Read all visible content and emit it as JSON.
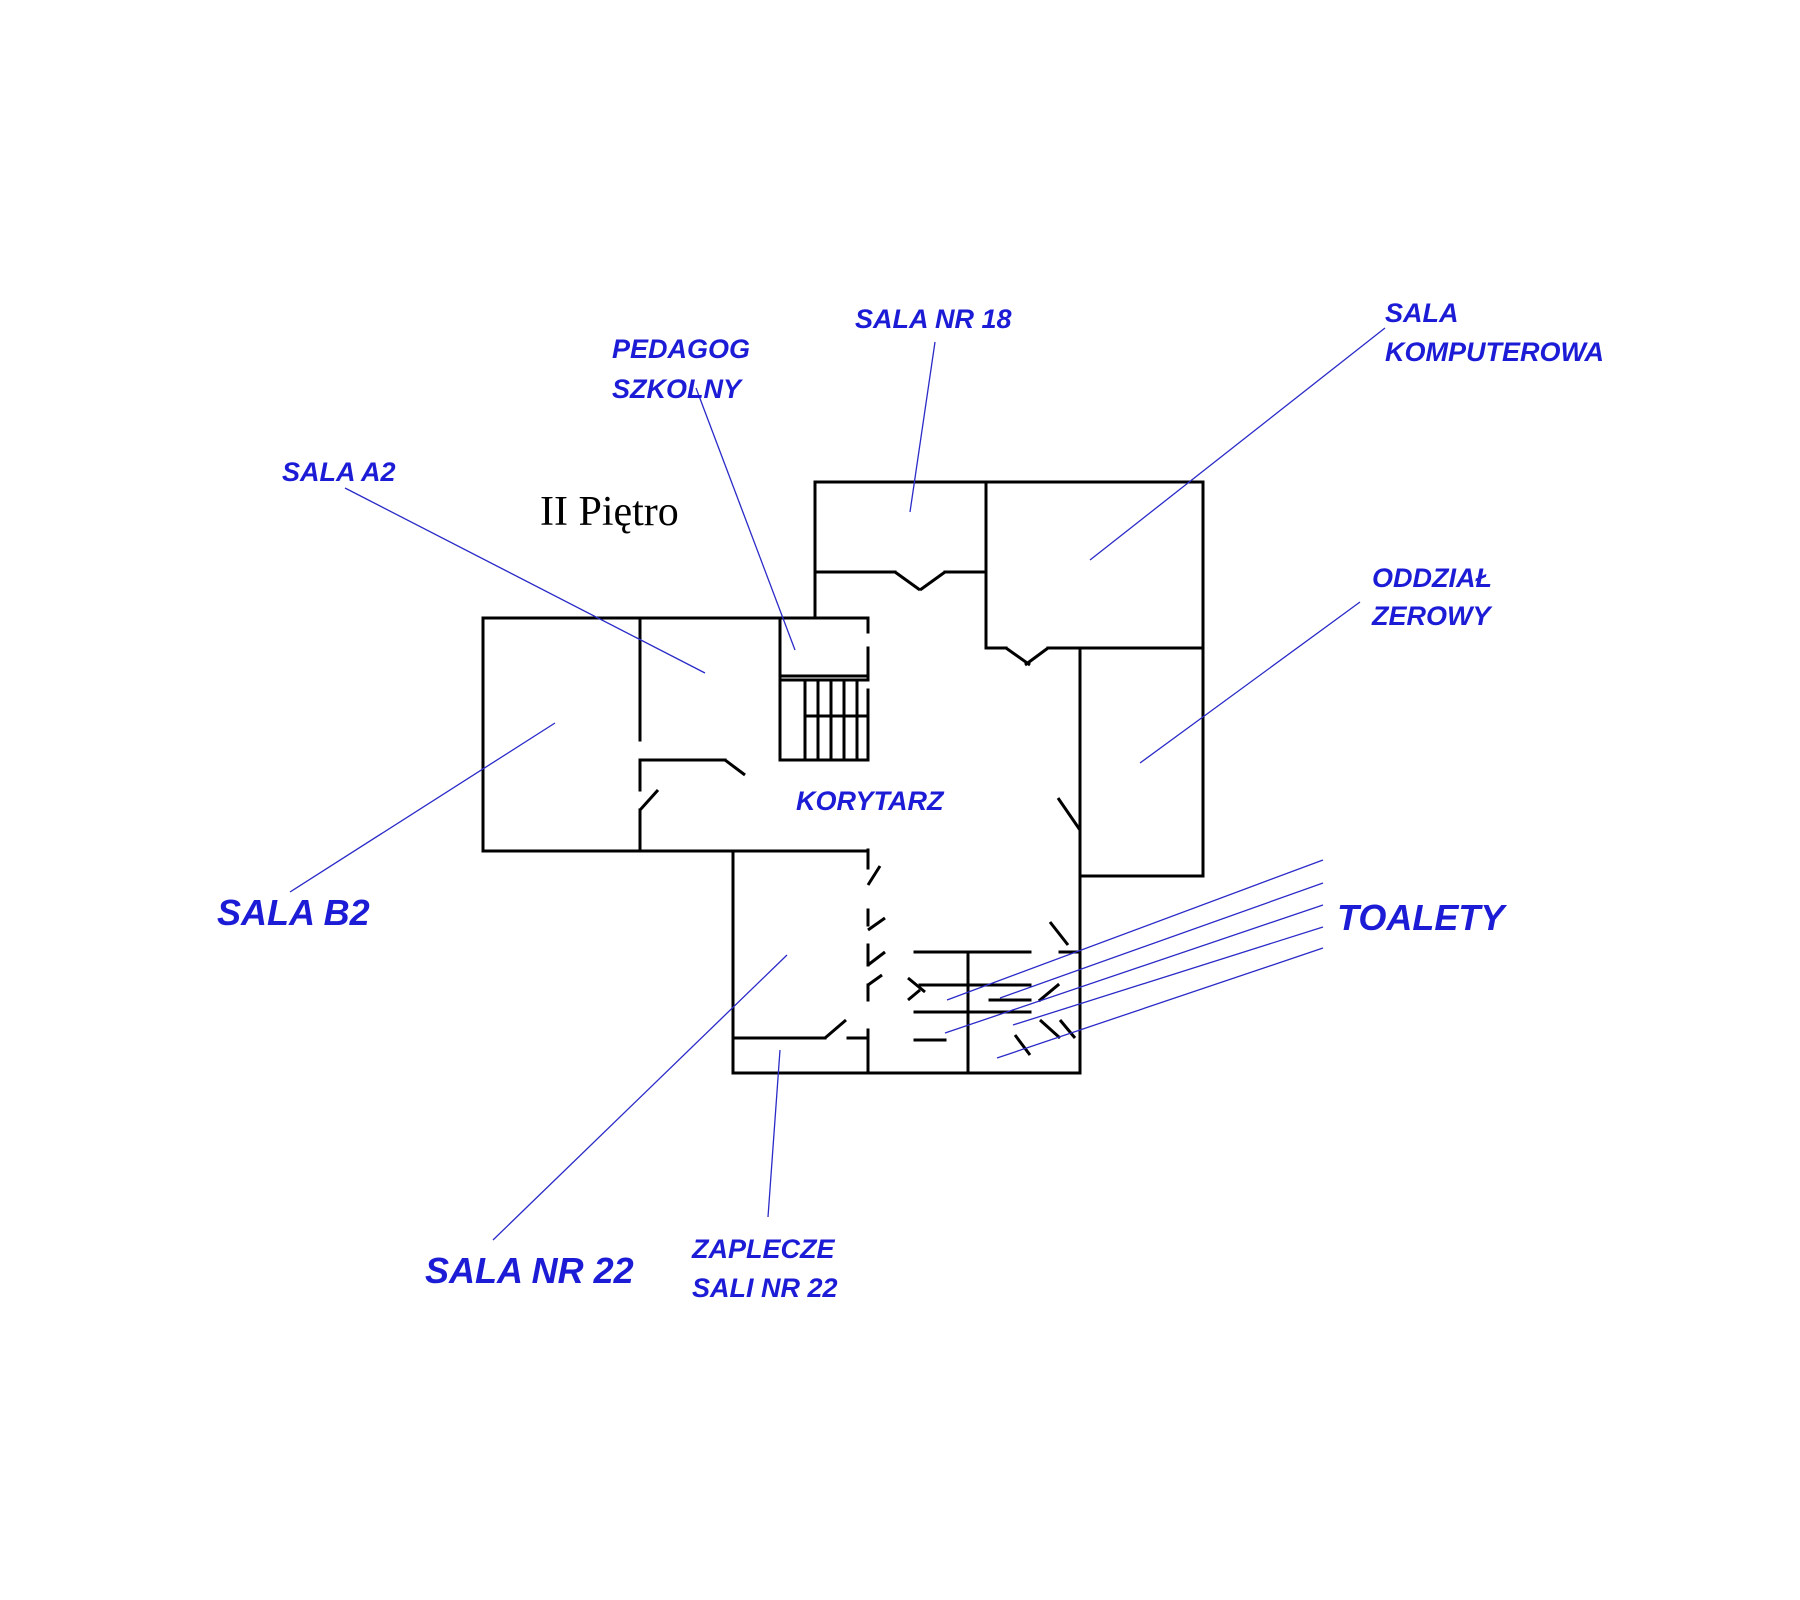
{
  "title": "II Piętro",
  "colors": {
    "walls": "#000000",
    "labels": "#1c1cd6",
    "leaders": "#2a2ac8",
    "background": "#ffffff"
  },
  "labels": {
    "pedagog": [
      "PEDAGOG",
      "SZKOLNY"
    ],
    "sala18": "SALA NR 18",
    "komputerowa": [
      "SALA",
      "KOMPUTEROWA"
    ],
    "salaA2": "SALA A2",
    "oddzial": [
      "ODDZIAŁ",
      "ZEROWY"
    ],
    "korytarz": "KORYTARZ",
    "salaB2": "SALA B2",
    "toalety": "TOALETY",
    "sala22": "SALA NR 22",
    "zaplecze": [
      "ZAPLECZE",
      "SALI NR 22"
    ]
  }
}
